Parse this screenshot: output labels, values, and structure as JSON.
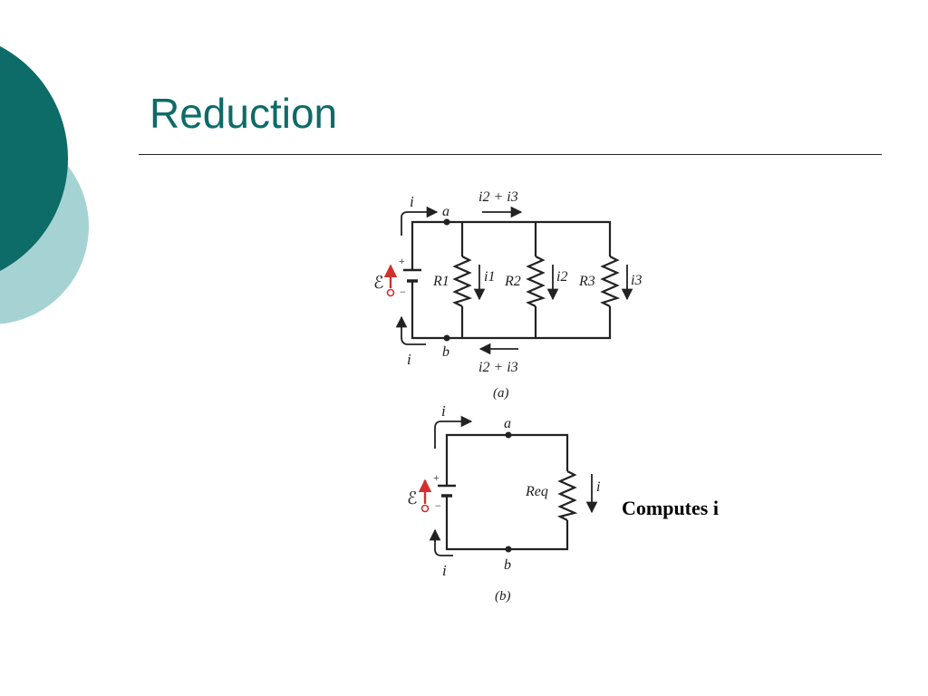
{
  "slide": {
    "title": "Reduction",
    "note": "Computes i"
  },
  "colors": {
    "accent_dark": "#0d6b68",
    "accent_light": "#a5d3d3",
    "battery_arrow": "#d0312d"
  },
  "circuit_a": {
    "caption": "(a)",
    "node_top": "a",
    "node_bottom": "b",
    "current_main": "i",
    "current_branch_top": "i2 + i3",
    "current_branch_bottom": "i2 + i3",
    "emf": "ℰ",
    "plus": "+",
    "minus": "−",
    "resistors": [
      {
        "label": "R1",
        "current": "i1"
      },
      {
        "label": "R2",
        "current": "i2"
      },
      {
        "label": "R3",
        "current": "i3"
      }
    ]
  },
  "circuit_b": {
    "caption": "(b)",
    "node_top": "a",
    "node_bottom": "b",
    "current_main": "i",
    "emf": "ℰ",
    "plus": "+",
    "minus": "−",
    "resistor_label": "Req",
    "resistor_current": "i"
  }
}
